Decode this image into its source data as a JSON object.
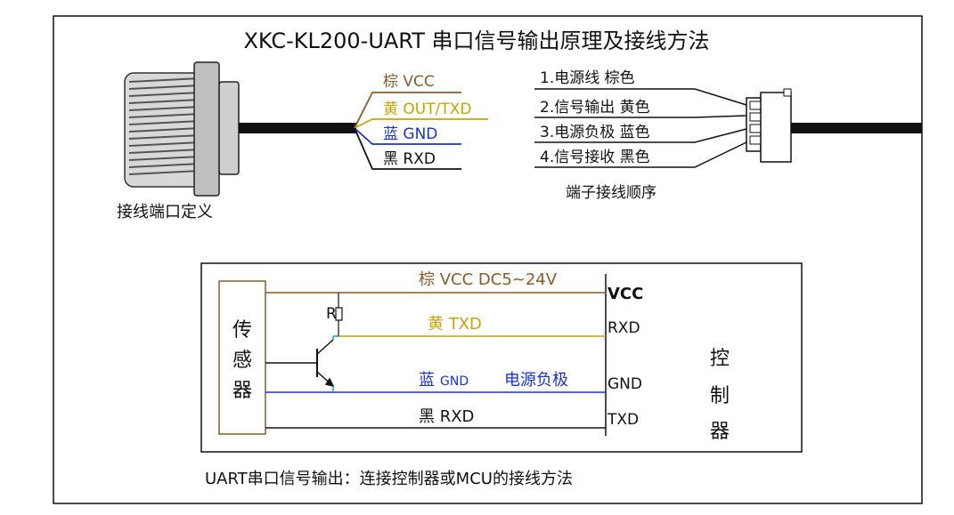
{
  "title": "XKC-KL200-UART 串口信号输出原理及接线方法",
  "colors": {
    "brown": "#8B5A2B",
    "yellow": "#C9A400",
    "blue": "#1A33CC",
    "black": "#111111",
    "teal": "#1AA3C8"
  },
  "wires_top": [
    {
      "label": "棕 VCC",
      "color": "#8B5A2B"
    },
    {
      "label": "黄 OUT/TXD",
      "color": "#C9A400"
    },
    {
      "label": "蓝 GND",
      "color": "#1A33CC"
    },
    {
      "label": "黑 RXD",
      "color": "#111111"
    }
  ],
  "connector_pins": [
    {
      "label": "1.电源线    棕色"
    },
    {
      "label": "2.信号输出  黄色"
    },
    {
      "label": "3.电源负极  蓝色"
    },
    {
      "label": "4.信号接收  黑色"
    }
  ],
  "port_caption": "接线端口定义",
  "terminal_caption": "端子接线顺序",
  "sensor_label": [
    "传",
    "感",
    "器"
  ],
  "controller_label": [
    "控",
    "制",
    "器"
  ],
  "resistor_label": "R",
  "schematic_wires": {
    "vcc": "棕 VCC DC5~24V",
    "txd": "黄 TXD",
    "gnd_color": "蓝",
    "gnd": "GND",
    "gnd_note": "电源负极",
    "rxd": "黑 RXD"
  },
  "controller_pins": {
    "vcc": "VCC",
    "rxd": "RXD",
    "gnd": "GND",
    "txd": "TXD"
  },
  "footer": "UART串口信号输出：连接控制器或MCU的接线方法"
}
